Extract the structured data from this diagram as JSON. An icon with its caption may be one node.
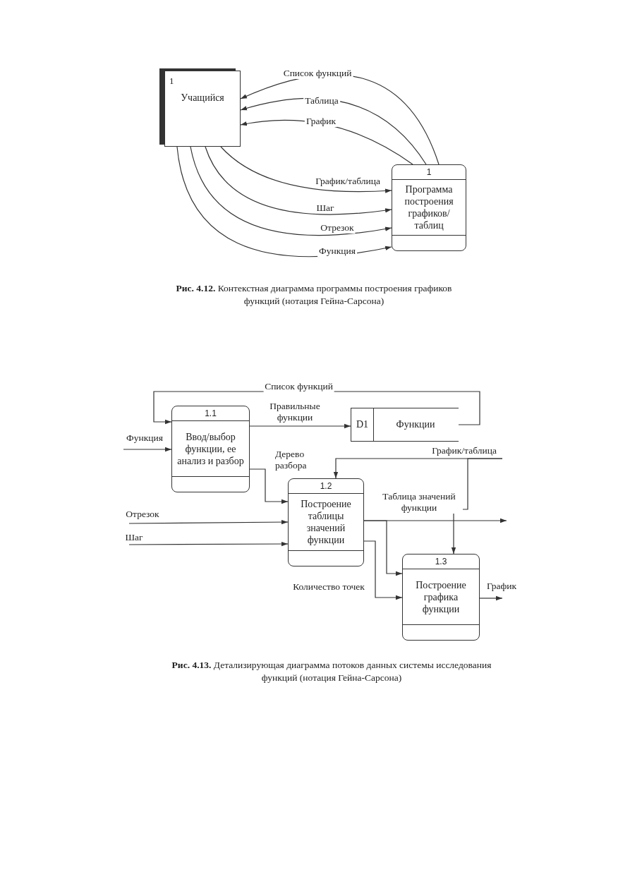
{
  "diagram": {
    "nodes": [
      {
        "text": [
          "1",
          "Учащийся"
        ]
      },
      {
        "text": [
          "1",
          "Программа построения графиков/ таблиц"
        ]
      },
      {
        "text": [
          "1.1",
          "Ввод/выбор функции, ее анализ и разбор"
        ]
      },
      {
        "text": [
          "D1",
          "Функции"
        ]
      },
      {
        "text": [
          "1.2",
          "Построение таблицы значений функции"
        ]
      },
      {
        "text": [
          "1.3",
          "Построение графика функции"
        ]
      }
    ],
    "edges": [
      {
        "from": 1,
        "to": 0,
        "arrow": "to",
        "label": "Список функций"
      },
      {
        "from": 1,
        "to": 0,
        "arrow": "to",
        "label": "Таблица"
      },
      {
        "from": 1,
        "to": 0,
        "arrow": "to",
        "label": "График"
      },
      {
        "from": 0,
        "to": 1,
        "arrow": "to",
        "label": "График/таблица"
      },
      {
        "from": 0,
        "to": 1,
        "arrow": "to",
        "label": "Шаг"
      },
      {
        "from": 0,
        "to": 1,
        "arrow": "to",
        "label": "Отрезок"
      },
      {
        "from": 0,
        "to": 1,
        "arrow": "to",
        "label": "Функция"
      },
      {
        "from": 3,
        "to": 2,
        "arrow": "to",
        "label": "Список функций"
      },
      {
        "from": null,
        "to": 2,
        "arrow": "to",
        "label": "Функция"
      },
      {
        "from": 2,
        "to": 3,
        "arrow": "to",
        "label": "Правильные функции"
      },
      {
        "from": 2,
        "to": 4,
        "arrow": "to",
        "label": "Дерево разбора"
      },
      {
        "from": null,
        "to": 4,
        "arrow": "to",
        "label": "Отрезок"
      },
      {
        "from": null,
        "to": 4,
        "arrow": "to",
        "label": "Шаг"
      },
      {
        "from": null,
        "to": 4,
        "arrow": "to",
        "label": "График/таблица"
      },
      {
        "from": null,
        "to": 5,
        "arrow": "to"
      },
      {
        "from": 4,
        "to": null,
        "arrow": "to",
        "label": "Таблица значений функции"
      },
      {
        "from": 4,
        "to": 5,
        "arrow": "to"
      },
      {
        "from": 4,
        "to": 5,
        "arrow": "to",
        "label": "Количество точек"
      },
      {
        "from": 5,
        "to": null,
        "arrow": "to",
        "label": "График"
      }
    ],
    "labels": [
      "**Рис. 4.12.** Контекстная диаграмма программы построения графиков функций (нотация Гейна-Сарсона)",
      "**Рис. 4.13.** Детализирующая диаграмма потоков данных системы исследования функций (нотация Гейна-Сарсона)"
    ]
  }
}
